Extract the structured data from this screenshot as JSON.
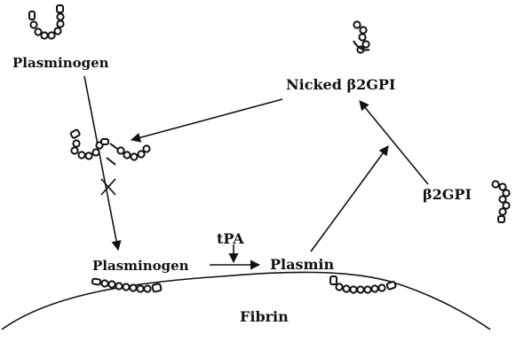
{
  "labels": {
    "plasminogen_top": "Plasminogen",
    "nicked_b2gpi": "Nicked β2GPI",
    "b2gpi": "β2GPI",
    "tpa": "tPA",
    "plasminogen_bottom": "Plasminogen",
    "plasmin": "Plasmin",
    "fibrin": "Fibrin"
  },
  "colors": {
    "ink": "#111111",
    "background": "#ffffff"
  }
}
